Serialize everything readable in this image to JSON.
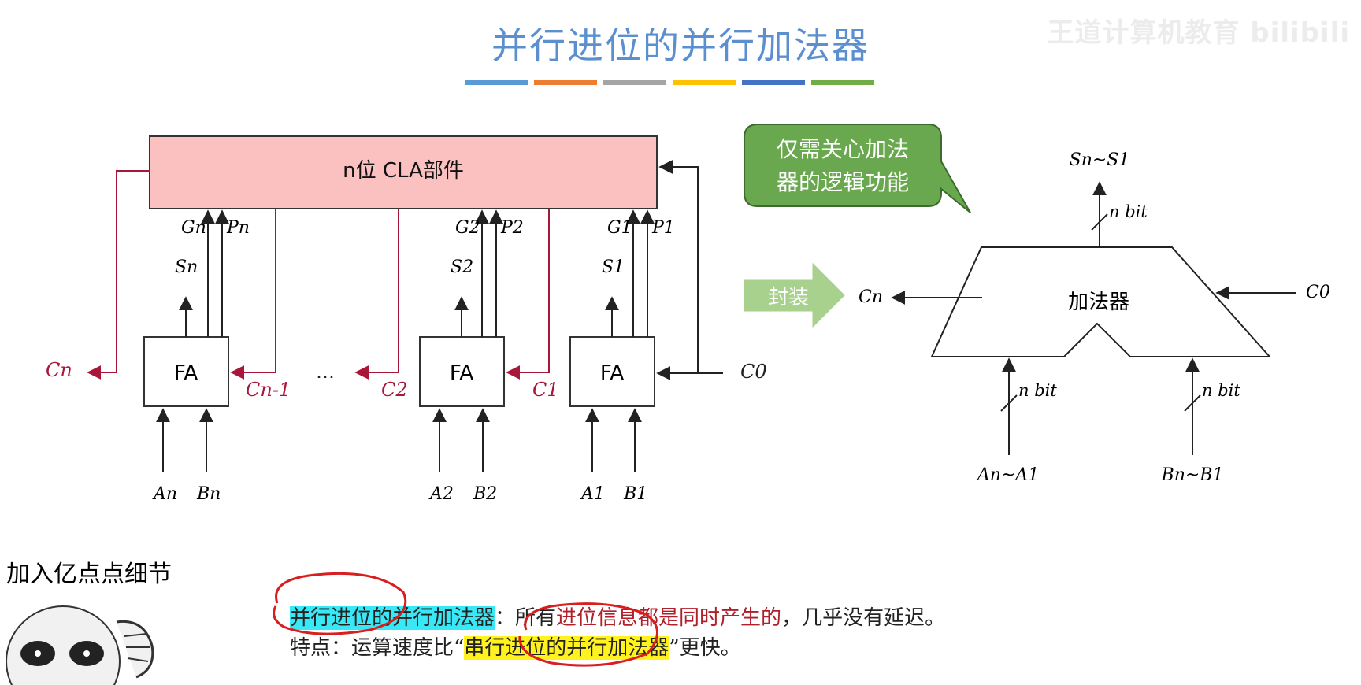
{
  "title": "并行进位的并行加法器",
  "watermark": "王道计算机教育 bilibili",
  "color_bar": [
    "#5b9bd5",
    "#ed7d31",
    "#a5a5a5",
    "#ffc000",
    "#4472c4",
    "#70ad47"
  ],
  "left_diagram": {
    "cla_label": "n位 CLA部件",
    "fa_label": "FA",
    "ellipsis": "…",
    "carry_in": "C0",
    "carries": {
      "cn": "Cn",
      "cn1": "Cn-1",
      "c2": "C2",
      "c1": "C1"
    },
    "stages": [
      {
        "g": "Gn",
        "p": "Pn",
        "s": "Sn",
        "a": "An",
        "b": "Bn"
      },
      {
        "g": "G2",
        "p": "P2",
        "s": "S2",
        "a": "A2",
        "b": "B2"
      },
      {
        "g": "G1",
        "p": "P1",
        "s": "S1",
        "a": "A1",
        "b": "B1"
      }
    ]
  },
  "callout": {
    "line1": "仅需关心加法",
    "line2": "器的逻辑功能"
  },
  "package_label": "封装",
  "adder": {
    "label": "加法器",
    "output": "Sn~S1",
    "bus_label": "n bit",
    "carry_out": "Cn",
    "carry_in": "C0",
    "input_a": "An~A1",
    "input_b": "Bn~B1"
  },
  "meme_caption": "加入亿点点细节",
  "text": {
    "line1_hl": "并行进位的并行加法器",
    "line1_a": "：所有",
    "line1_red1": "进位信息都是",
    "line1_red2": "同时产生的",
    "line1_b": "，几乎没有延迟。",
    "line2_a": "特点：运算速度比“",
    "line2_hl": "串行进位的并行加法器",
    "line2_b": "”更快。"
  }
}
